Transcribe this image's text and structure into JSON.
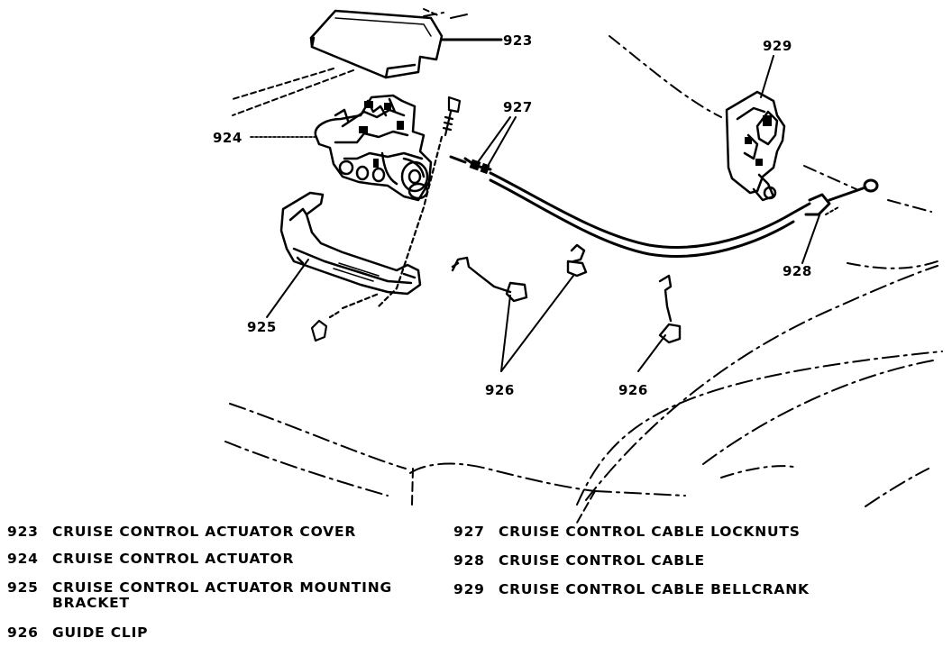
{
  "callouts": {
    "c923": "923",
    "c924": "924",
    "c925": "925",
    "c926a": "926",
    "c926b": "926",
    "c927": "927",
    "c928": "928",
    "c929": "929"
  },
  "legend": [
    {
      "num": "923",
      "desc": "CRUISE CONTROL ACTUATOR COVER"
    },
    {
      "num": "924",
      "desc": "CRUISE CONTROL ACTUATOR"
    },
    {
      "num": "925",
      "desc": "CRUISE CONTROL ACTUATOR MOUNTING BRACKET"
    },
    {
      "num": "926",
      "desc": "GUIDE CLIP"
    },
    {
      "num": "927",
      "desc": "CRUISE CONTROL CABLE LOCKNUTS"
    },
    {
      "num": "928",
      "desc": "CRUISE CONTROL CABLE"
    },
    {
      "num": "929",
      "desc": "CRUISE CONTROL CABLE BELLCRANK"
    }
  ]
}
